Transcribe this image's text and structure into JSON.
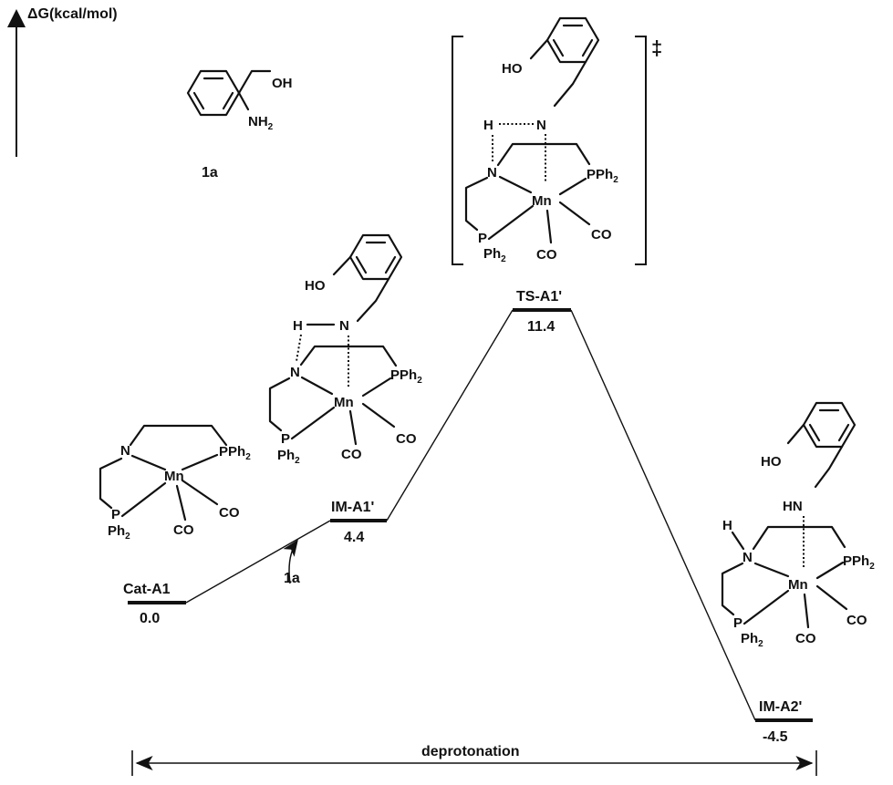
{
  "axis": {
    "label": "ΔG(kcal/mol)"
  },
  "reactant": {
    "label": "1a",
    "oh": "OH",
    "nh2": "NH",
    "sub2": "2"
  },
  "states": [
    {
      "id": "cat",
      "name": "Cat-A1",
      "energy": "0.0"
    },
    {
      "id": "im1",
      "name": "IM-A1'",
      "energy": "4.4"
    },
    {
      "id": "ts1",
      "name": "TS-A1'",
      "energy": "11.4"
    },
    {
      "id": "im2",
      "name": "IM-A2'",
      "energy": "-4.5"
    }
  ],
  "arrow_label": "1a",
  "ts_symbol": "‡",
  "bottom_label": "deprotonation",
  "atoms": {
    "N": "N",
    "Mn": "Mn",
    "P": "P",
    "Ph": "Ph",
    "sub2": "2",
    "PPh": "PPh",
    "CO": "CO",
    "H": "H",
    "HO": "HO",
    "HN": "HN"
  },
  "chart_data": {
    "type": "line",
    "title": "",
    "ylabel": "ΔG(kcal/mol)",
    "xlabel": "deprotonation",
    "categories": [
      "Cat-A1",
      "IM-A1'",
      "TS-A1'",
      "IM-A2'"
    ],
    "values": [
      0.0,
      4.4,
      11.4,
      -4.5
    ]
  }
}
